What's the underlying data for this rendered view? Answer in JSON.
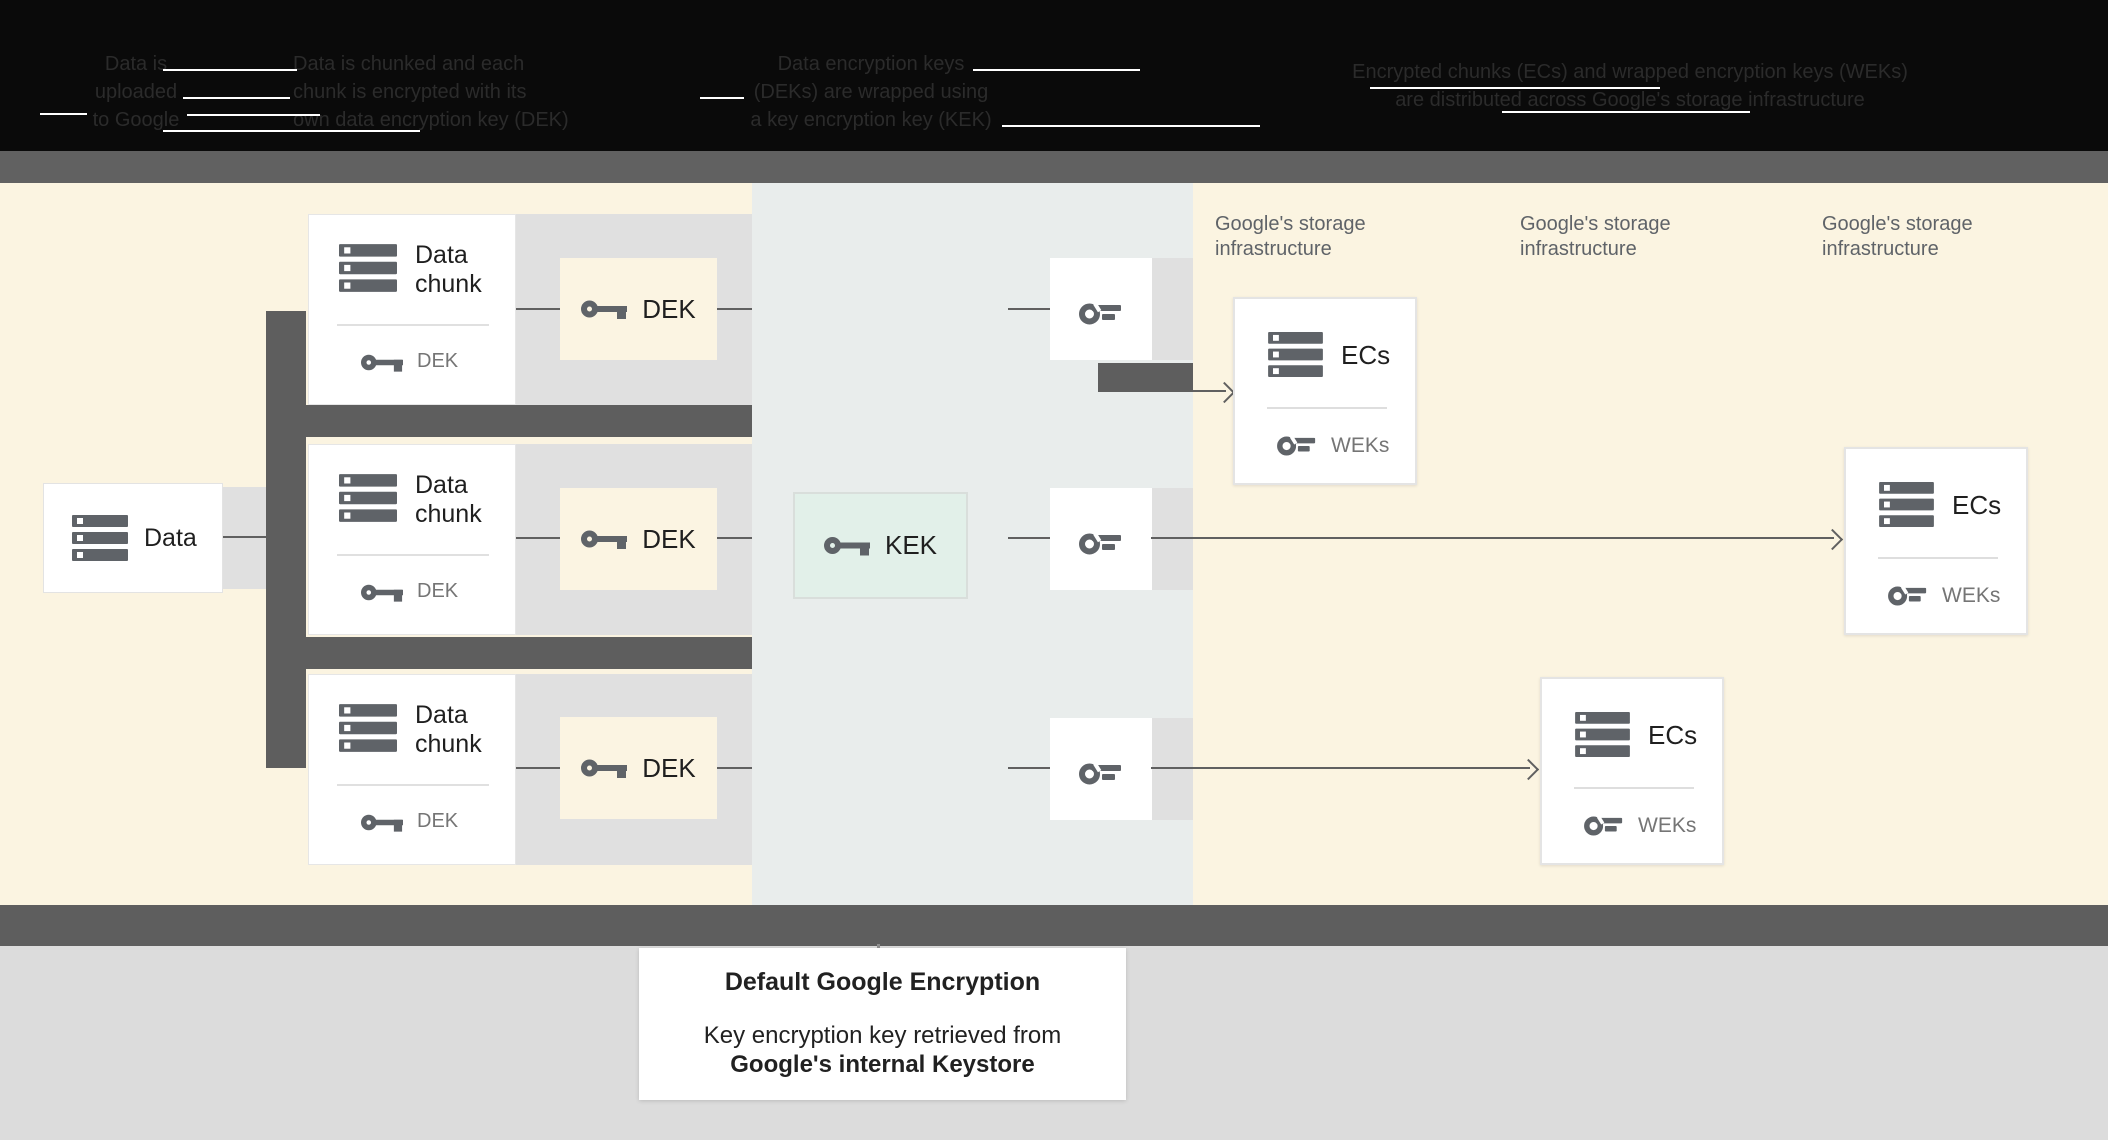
{
  "header": {
    "steps": [
      {
        "lines": [
          "Data is",
          "uploaded",
          "to Google"
        ]
      },
      {
        "lines": [
          "Data is chunked and each",
          "chunk is encrypted with its",
          "own data encryption key (DEK)"
        ]
      },
      {
        "lines": [
          "Data encryption keys",
          "(DEKs) are wrapped using",
          "a key encryption key (KEK)"
        ]
      },
      {
        "lines": [
          "Encrypted chunks (ECs) and wrapped encryption keys (WEKs)",
          "are distributed across Google's storage infrastructure"
        ]
      }
    ]
  },
  "diagram": {
    "data_box": {
      "label": "Data"
    },
    "chunk_cards": [
      {
        "title": "Data chunk",
        "key_label": "DEK"
      },
      {
        "title": "Data chunk",
        "key_label": "DEK"
      },
      {
        "title": "Data chunk",
        "key_label": "DEK"
      }
    ],
    "dek_boxes": [
      {
        "label": "DEK"
      },
      {
        "label": "DEK"
      },
      {
        "label": "DEK"
      }
    ],
    "kek_box": {
      "label": "KEK"
    },
    "storage_labels": [
      {
        "line1": "Google's storage",
        "line2": "infrastructure"
      },
      {
        "line1": "Google's storage",
        "line2": "infrastructure"
      },
      {
        "line1": "Google's storage",
        "line2": "infrastructure"
      }
    ],
    "ecs_cards": [
      {
        "title": "ECs",
        "key_label": "WEKs"
      },
      {
        "title": "ECs",
        "key_label": "WEKs"
      },
      {
        "title": "ECs",
        "key_label": "WEKs"
      }
    ]
  },
  "caption": {
    "title": "Default Google Encryption",
    "body_line1": "Key encryption key retrieved from",
    "body_line2": "Google's internal Keystore"
  },
  "colors": {
    "cream_background": "#fbf4e1",
    "keystore_panel": "#e9edec",
    "kek_green": "#e2f0e9",
    "band_gray": "#e0e0e0",
    "dark_gray": "#5e5e5e",
    "icon_gray": "#5f6368",
    "muted_text": "#757575",
    "line": "#606060"
  }
}
